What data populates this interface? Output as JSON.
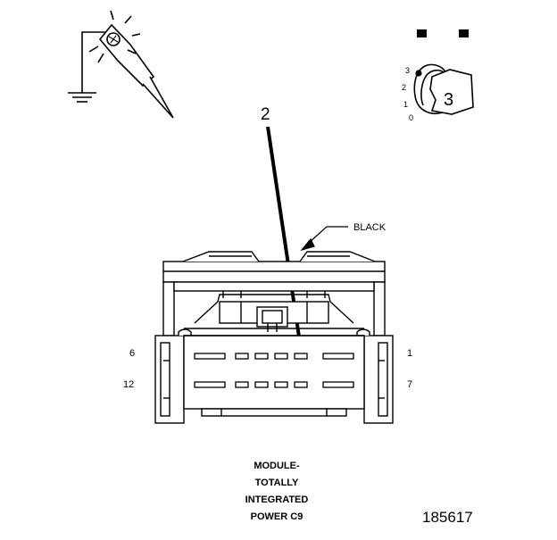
{
  "callout_number": "2",
  "connector_color_label": "BLACK",
  "pin_labels": {
    "top_left": "6",
    "bottom_left": "12",
    "top_right": "1",
    "bottom_right": "7"
  },
  "ignition_switch": {
    "positions": [
      "3",
      "2",
      "1",
      "0"
    ],
    "selected_position": "3"
  },
  "caption_lines": [
    "MODULE-",
    "TOTALLY",
    "INTEGRATED",
    "POWER C9"
  ],
  "figure_number": "185617"
}
